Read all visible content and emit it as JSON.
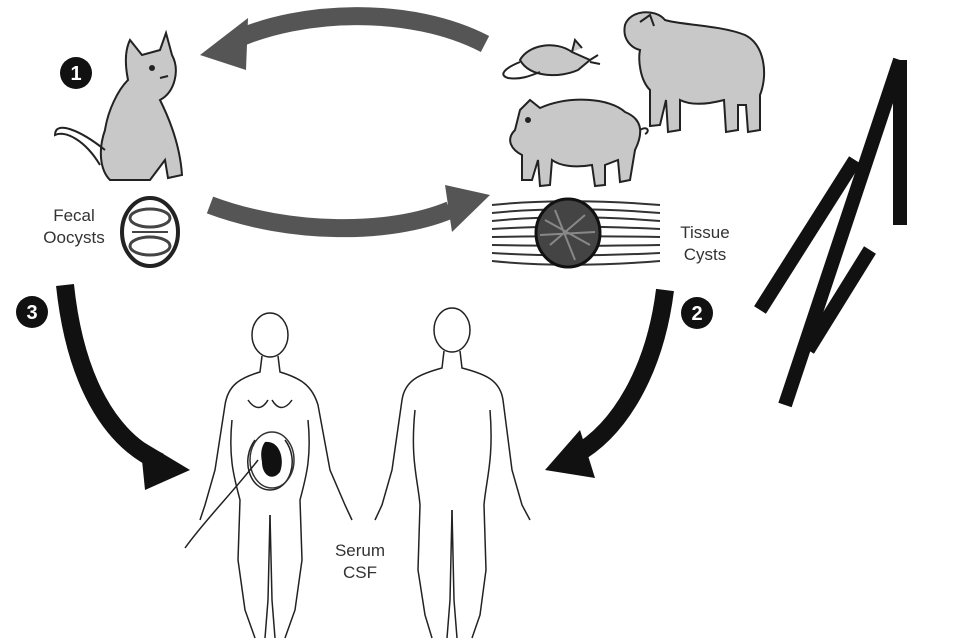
{
  "steps": [
    "1",
    "2",
    "3"
  ],
  "labels": {
    "fecal_line1": "Fecal",
    "fecal_line2": "Oocysts",
    "tissue_line1": "Tissue",
    "tissue_line2": "Cysts",
    "serum": "Serum",
    "csf": "CSF"
  },
  "watermark": "MY",
  "colors": {
    "arrow_gray": "#555555",
    "arrow_black": "#111111",
    "animal_fill": "#c8c8c8",
    "outline": "#222222",
    "badge": "#111111"
  },
  "icons": [
    "cat-icon",
    "rat-icon",
    "sheep-icon",
    "pig-icon",
    "oocyst-icon",
    "tissue-cyst-icon",
    "pregnant-woman-figure",
    "male-figure",
    "fetus-icon"
  ]
}
